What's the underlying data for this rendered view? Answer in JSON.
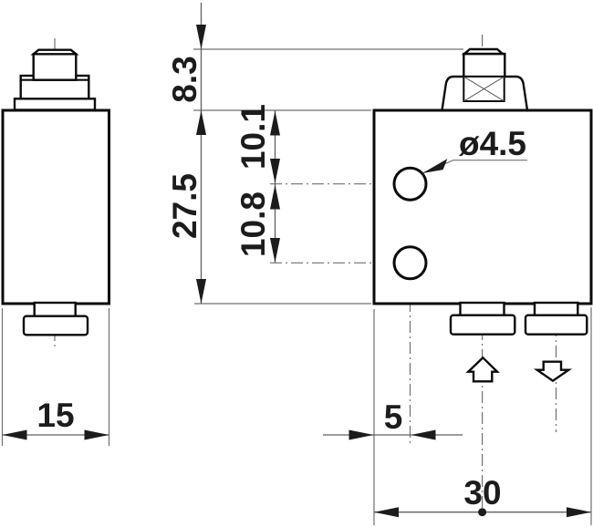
{
  "labels": {
    "dim_8_3": "8.3",
    "dim_10_1": "10.1",
    "dim_10_8": "10.8",
    "dim_27_5": "27.5",
    "dim_15": "15",
    "dim_5": "5",
    "dim_30": "30",
    "dia_4_5": "ø4.5"
  },
  "icons": {
    "flow_in_icon": "hollow-up-arrow",
    "flow_out_icon": "hollow-down-arrow"
  },
  "colors": {
    "outline": "#0a0a0a",
    "thin_line": "#707070",
    "dimension_text": "#1c1c1c",
    "background": "#ffffff"
  }
}
